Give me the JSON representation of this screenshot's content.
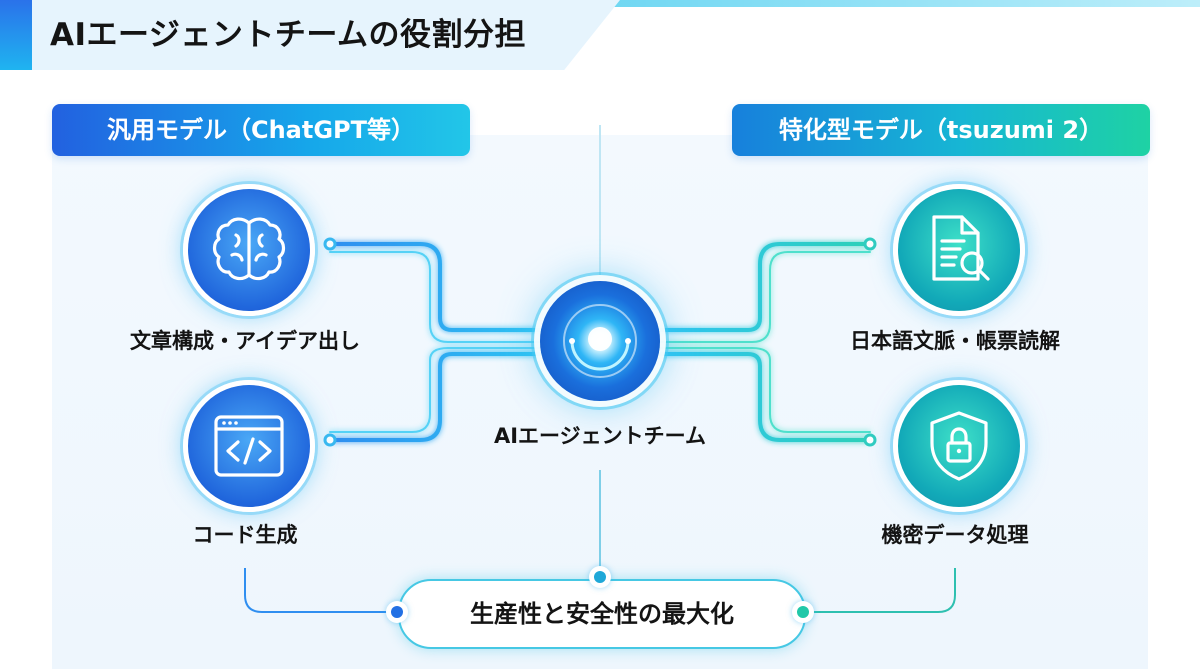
{
  "title": "AIエージェントチームの役割分担",
  "left_group": {
    "header": "汎用モデル（ChatGPT等）",
    "items": [
      {
        "label": "文章構成・アイデア出し",
        "icon": "brain-icon"
      },
      {
        "label": "コード生成",
        "icon": "code-window-icon"
      }
    ]
  },
  "right_group": {
    "header": "特化型モデル（tsuzumi 2）",
    "items": [
      {
        "label": "日本語文脈・帳票読解",
        "icon": "document-search-icon"
      },
      {
        "label": "機密データ処理",
        "icon": "shield-lock-icon"
      }
    ]
  },
  "core": {
    "label": "AIエージェントチーム",
    "icon": "ai-core-icon"
  },
  "result": {
    "label": "生産性と安全性の最大化"
  },
  "colors": {
    "title_accent": "#2a72ea",
    "left_accent": "#2261e0",
    "right_accent": "#1ed2a4",
    "connector": "#33b8ee"
  }
}
